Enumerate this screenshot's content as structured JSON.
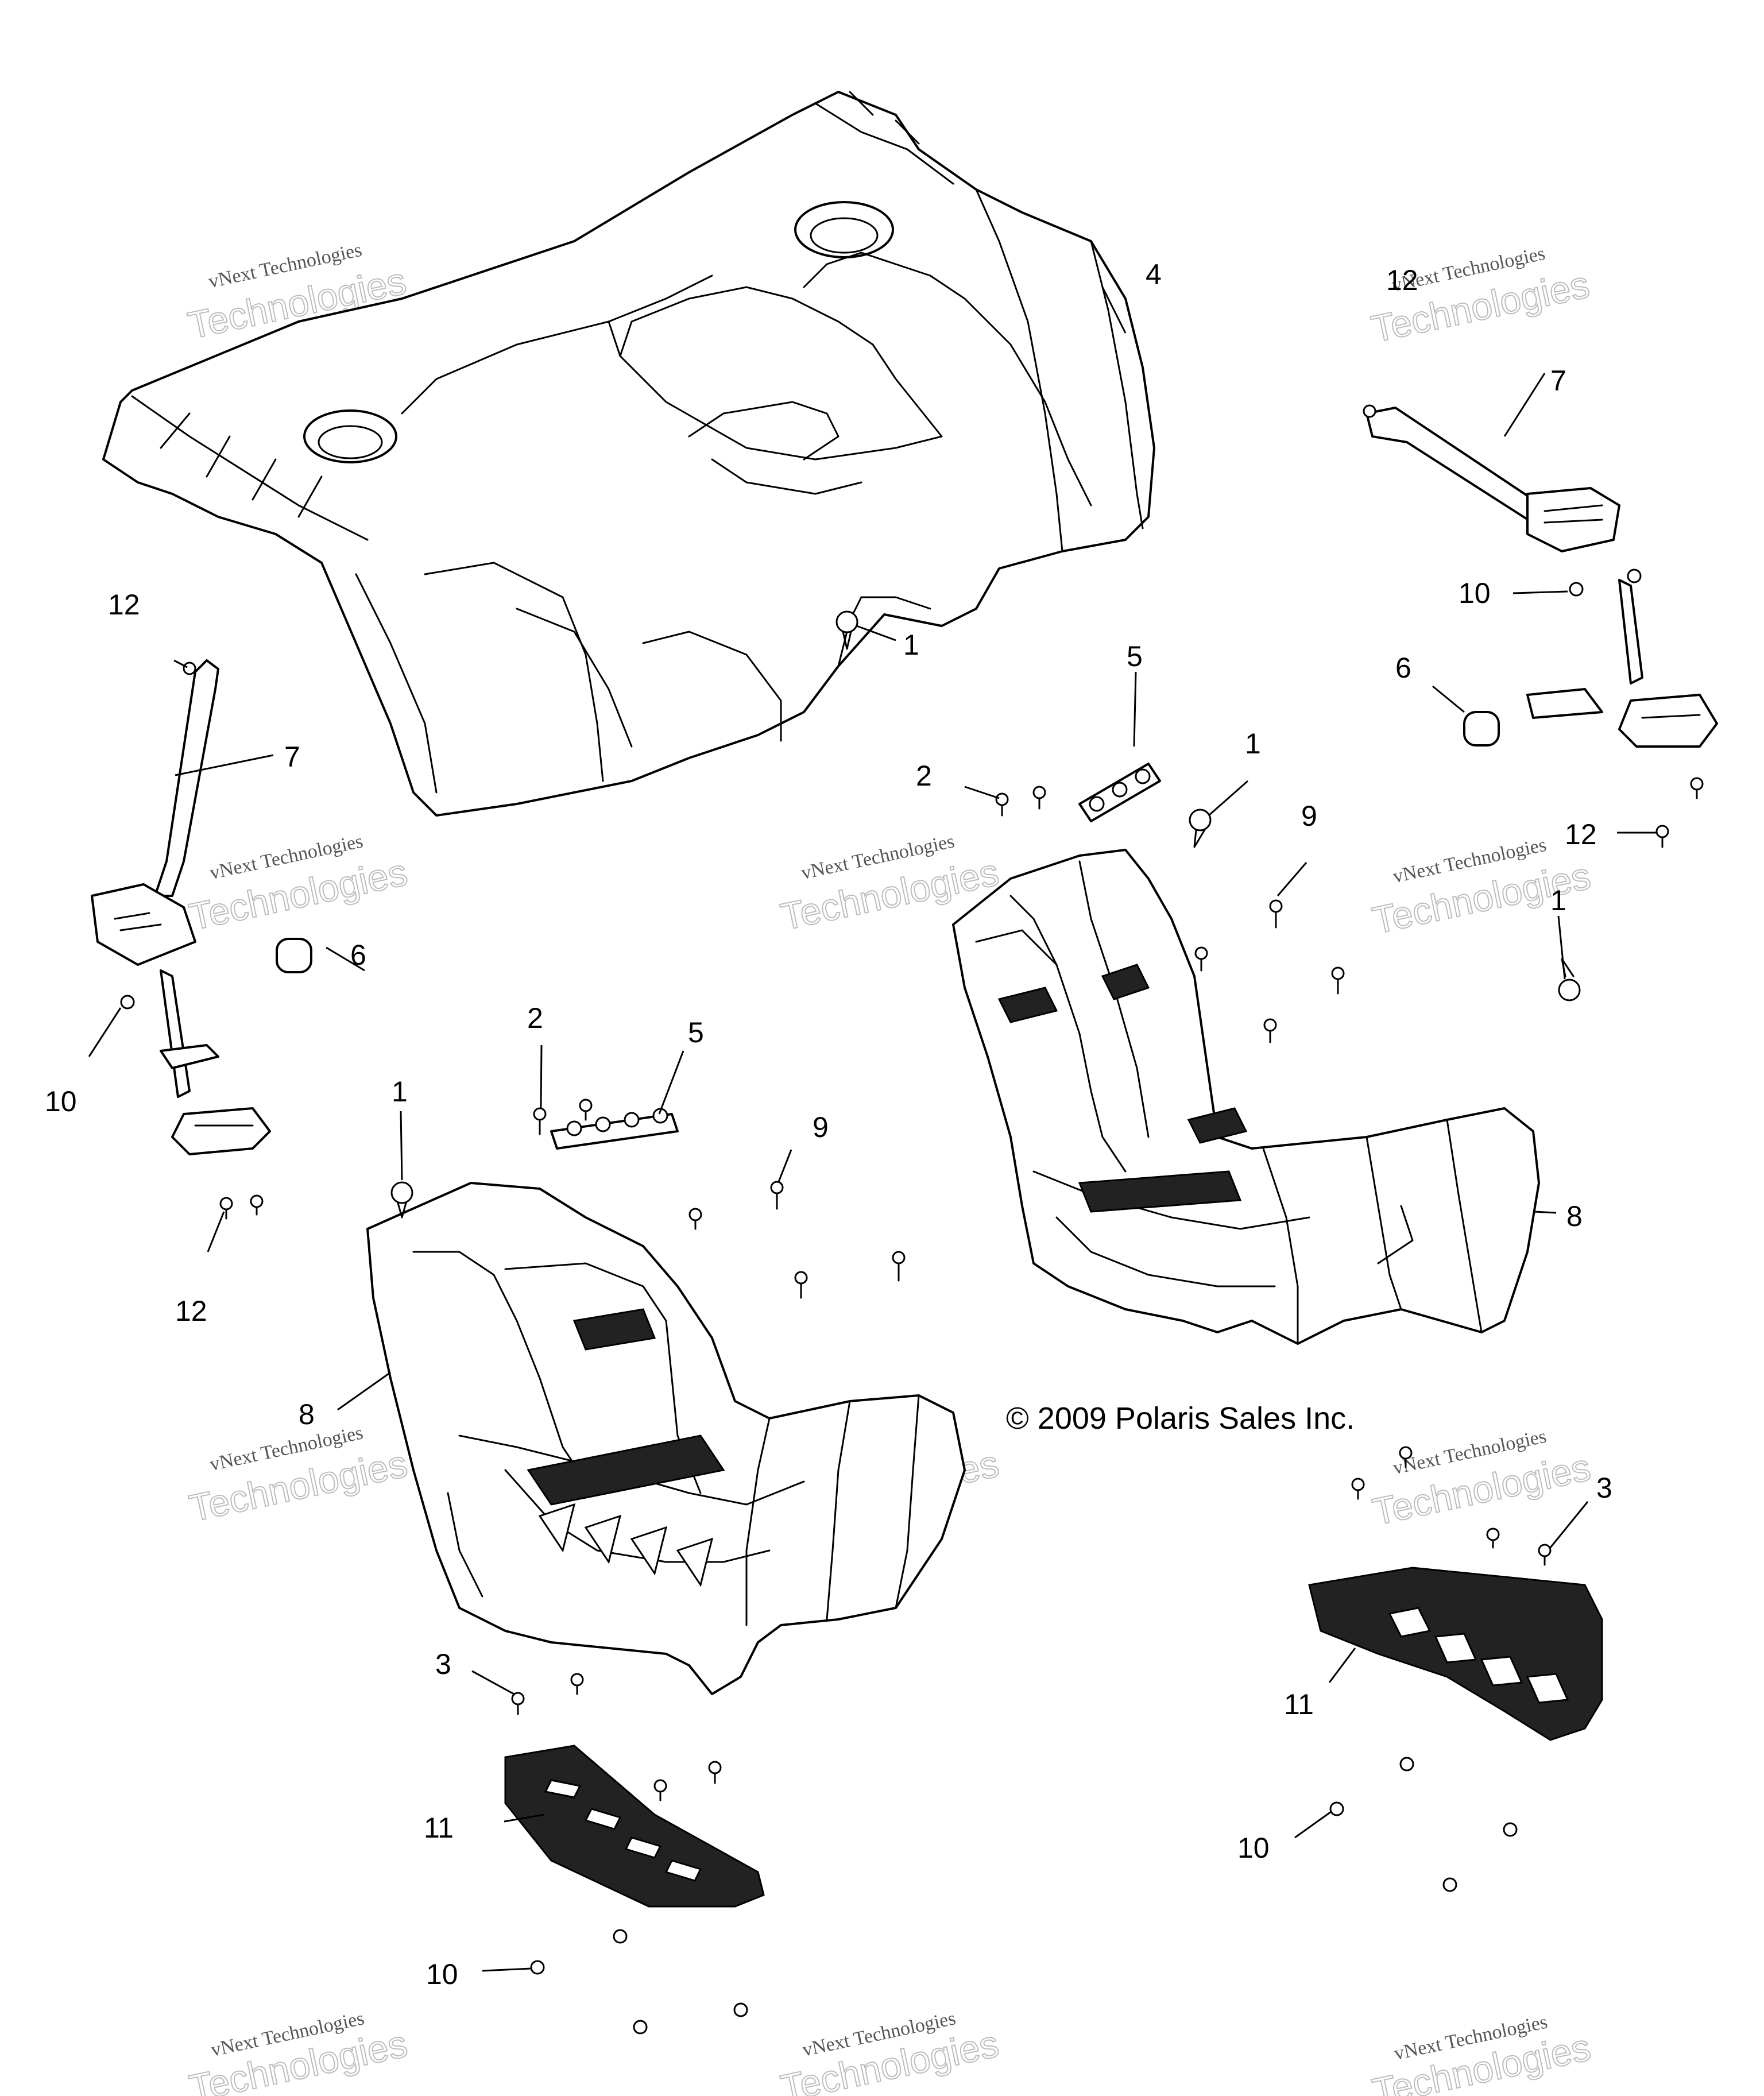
{
  "copyright": "© 2009 Polaris Sales Inc.",
  "watermark": {
    "line1": "vNext Technologies",
    "line2": "Technologies"
  },
  "callouts": {
    "c1": "1",
    "c2": "2",
    "c3": "3",
    "c4": "4",
    "c5": "5",
    "c6": "6",
    "c7": "7",
    "c8": "8",
    "c9": "9",
    "c10": "10",
    "c11": "11",
    "c12": "12"
  }
}
